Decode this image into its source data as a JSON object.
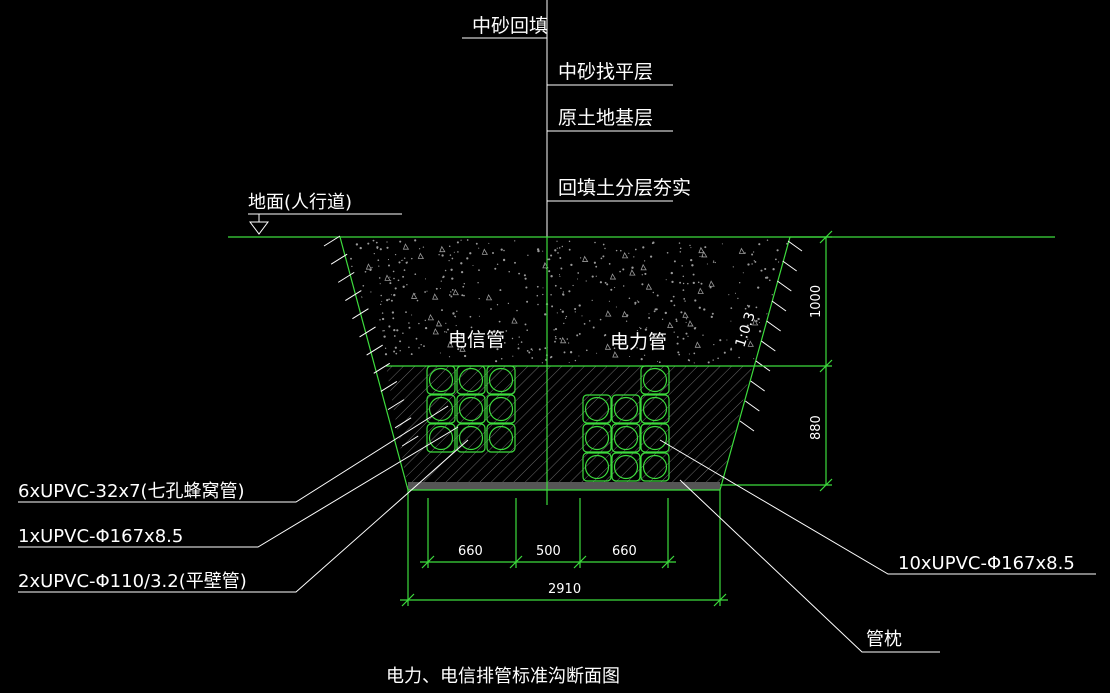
{
  "layers": {
    "backfill_sand": "中砂回填",
    "levelling_sand": "中砂找平层",
    "original_soil": "原土地基层",
    "compacted_soil": "回填土分层夯实"
  },
  "ground_label": "地面(人行道)",
  "telecom_pipe_label": "电信管",
  "power_pipe_label": "电力管",
  "slope_label": "1:0.3",
  "callouts": {
    "honeycomb": "6xUPVC-32x7(七孔蜂窝管)",
    "big_pipe": "1xUPVC-Φ167x8.5",
    "flat_wall": "2xUPVC-Φ110/3.2(平壁管)",
    "power_pipes": "10xUPVC-Φ167x8.5",
    "pipe_pillow": "管枕"
  },
  "dimensions": {
    "left_width": "660",
    "middle_width": "500",
    "right_width": "660",
    "total_width": "2910",
    "upper_depth": "1000",
    "lower_depth": "880"
  },
  "title": "电力、电信排管标准沟断面图",
  "colors": {
    "line": "#3ddc3d",
    "text": "#ffffff",
    "background": "#000000"
  }
}
